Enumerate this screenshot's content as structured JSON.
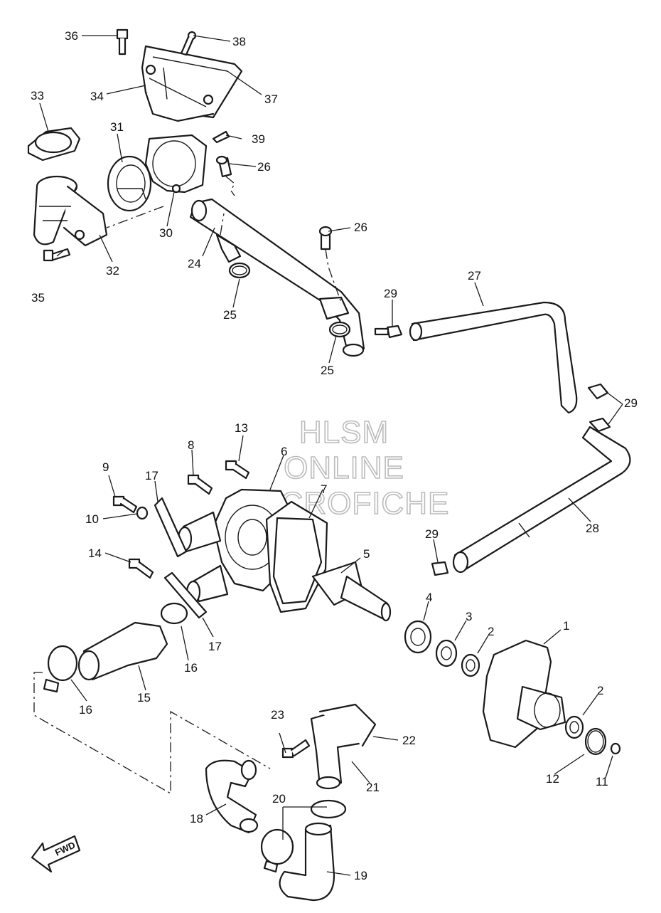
{
  "watermark": {
    "line1": "HLSM",
    "line2": "ONLINE",
    "line3": "MICROFICHE"
  },
  "fwd_label": "FWD",
  "callouts": [
    "1",
    "2",
    "2",
    "3",
    "4",
    "5",
    "6",
    "7",
    "8",
    "9",
    "10",
    "11",
    "12",
    "13",
    "14",
    "15",
    "16",
    "16",
    "17",
    "17",
    "18",
    "19",
    "20",
    "21",
    "22",
    "23",
    "24",
    "25",
    "25",
    "26",
    "26",
    "27",
    "28",
    "29",
    "29",
    "29",
    "30",
    "31",
    "32",
    "33",
    "34",
    "35",
    "36",
    "37",
    "38",
    "39"
  ]
}
